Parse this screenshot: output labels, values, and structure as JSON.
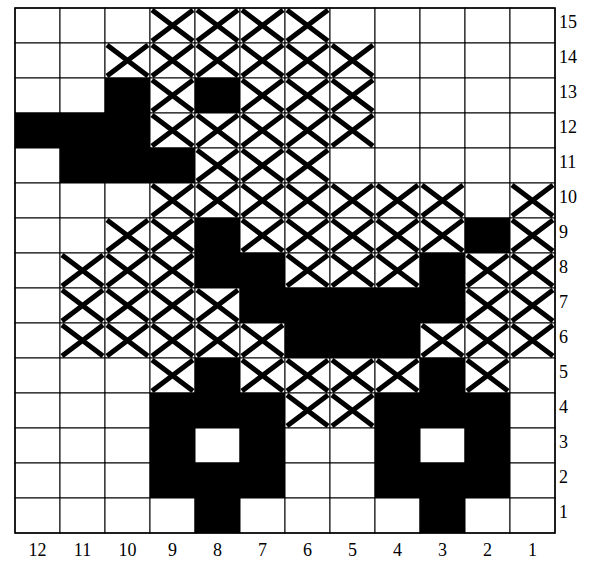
{
  "diagram": {
    "labels": [
      "12",
      "11",
      "10",
      "9",
      "8",
      "7",
      "6",
      "5",
      "4",
      "3",
      "2",
      "1",
      "15",
      "14",
      "13",
      "12",
      "11",
      "10",
      "9",
      "8",
      "7",
      "6",
      "5",
      "4",
      "3",
      "2",
      "1"
    ]
  }
}
